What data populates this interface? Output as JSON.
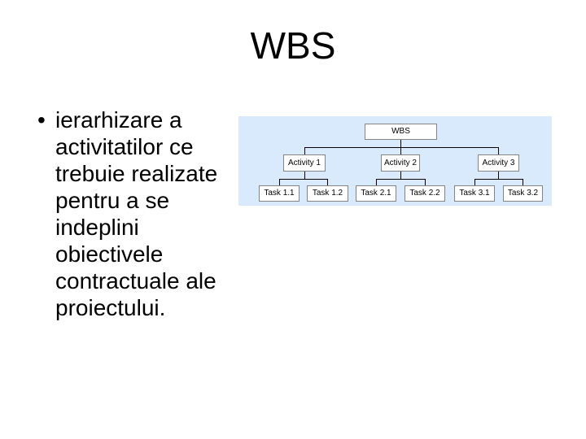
{
  "slide": {
    "title": "WBS",
    "bullet": {
      "marker": "•",
      "text": "ierarhizare a activitatilor ce trebuie realizate pentru a se indeplini obiectivele contractuale ale proiectului.",
      "lines": [
        "ierarhizare a",
        "activitatilor ce",
        "trebuie realizate",
        "pentru a se",
        "indeplini",
        "obiectivele",
        "contractuale ale",
        "proiectului."
      ]
    }
  },
  "diagram": {
    "colors": {
      "panel_background": "#d8eafb",
      "box_fill": "#ffffff",
      "box_border": "#848484",
      "connector": "#000000",
      "text": "#000000"
    },
    "root_label": "WBS",
    "activities": [
      {
        "label": "Activity 1",
        "tasks": [
          "Task 1.1",
          "Task 1.2"
        ]
      },
      {
        "label": "Activity 2",
        "tasks": [
          "Task 2.1",
          "Task 2.2"
        ]
      },
      {
        "label": "Activity 3",
        "tasks": [
          "Task 3.1",
          "Task 3.2"
        ]
      }
    ]
  }
}
